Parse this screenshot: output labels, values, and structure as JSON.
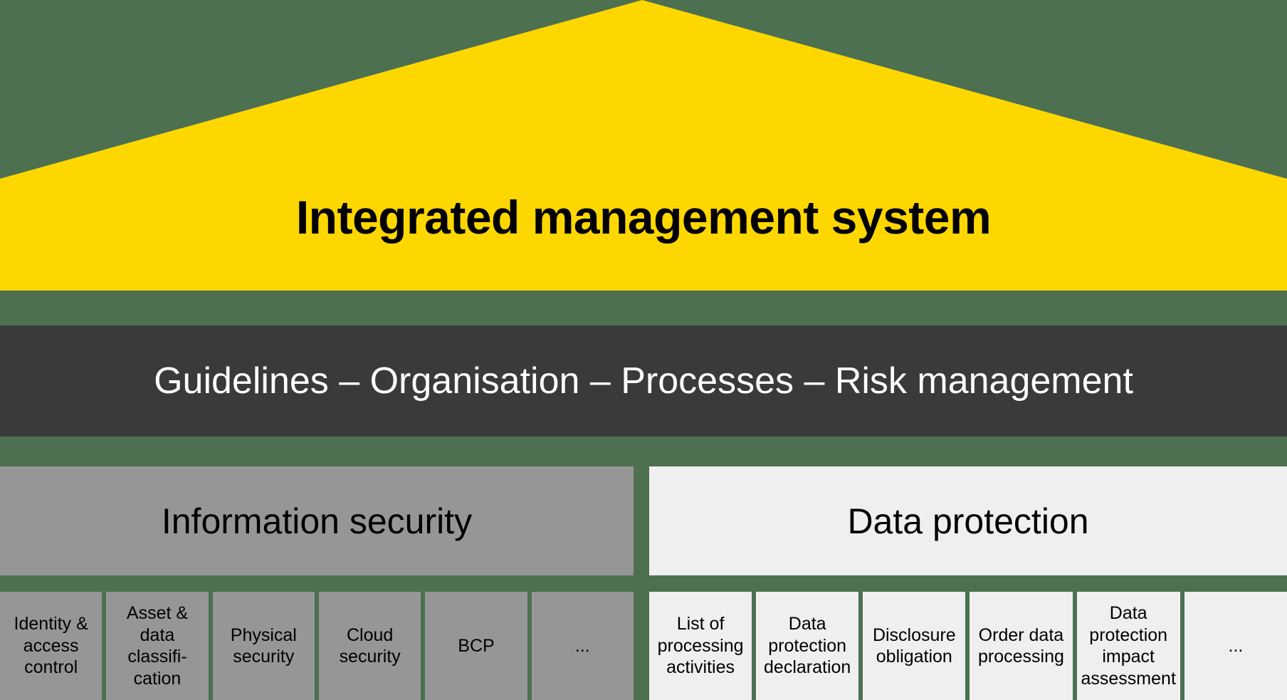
{
  "colors": {
    "background_green": "#4d7050",
    "roof_yellow": "#FFD700",
    "governance_dark": "#3a3a3a",
    "infosec_gray": "#969696",
    "dataprotection_light": "#efefef",
    "text_black": "#000000",
    "text_white": "#ffffff"
  },
  "roof": {
    "title": "Integrated management system"
  },
  "governance": {
    "label": "Guidelines – Organisation – Processes – Risk management"
  },
  "pillars": [
    {
      "title": "Information security",
      "items": [
        {
          "label": "Identity &\naccess\ncontrol"
        },
        {
          "label": "Asset &\ndata\nclassifi-\ncation"
        },
        {
          "label": "Physical\nsecurity"
        },
        {
          "label": "Cloud\nsecurity"
        },
        {
          "label": "BCP"
        },
        {
          "label": "..."
        }
      ]
    },
    {
      "title": "Data protection",
      "items": [
        {
          "label": "List of\nprocessing\nactivities"
        },
        {
          "label": "Data\nprotection\ndeclaration"
        },
        {
          "label": "Disclosure\nobligation"
        },
        {
          "label": "Order data\nprocessing"
        },
        {
          "label": "Data\nprotection\nimpact\nassessment"
        },
        {
          "label": "..."
        }
      ]
    }
  ]
}
